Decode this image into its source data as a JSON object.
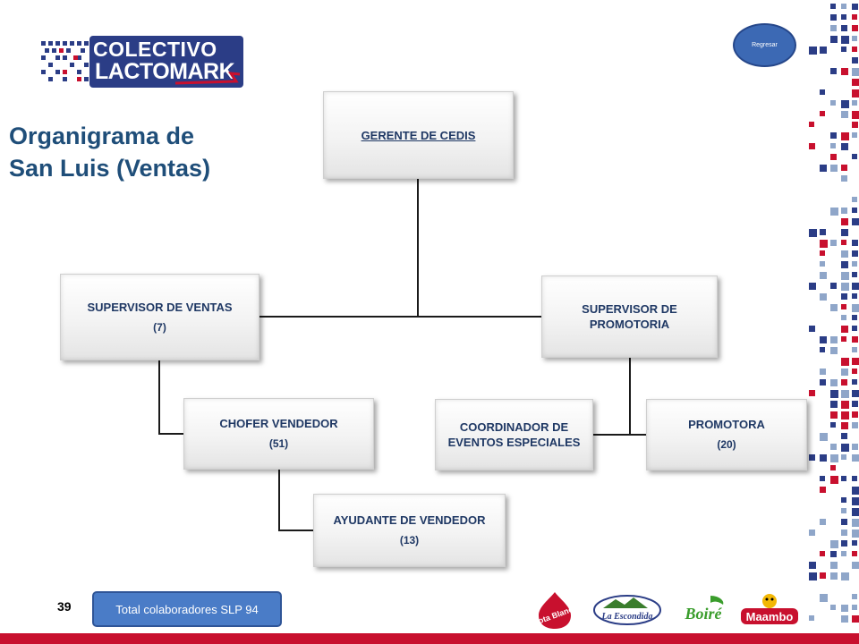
{
  "logo": {
    "line1": "COLECTIVO",
    "line2": "LACTOMARK"
  },
  "nav": {
    "back_label": "Regresar"
  },
  "title": {
    "line1": "Organigrama de",
    "line2": "San Luis  (Ventas)"
  },
  "org": {
    "gerente": {
      "label": "GERENTE DE CEDIS"
    },
    "supervisor_ventas": {
      "label": "SUPERVISOR DE VENTAS",
      "count": "(7)"
    },
    "supervisor_promotoria": {
      "label_line1": "SUPERVISOR DE",
      "label_line2": "PROMOTORIA"
    },
    "chofer_vendedor": {
      "label": "CHOFER VENDEDOR",
      "count": "(51)"
    },
    "ayudante_vendedor": {
      "label": "AYUDANTE DE VENDEDOR",
      "count": "(13)"
    },
    "coordinador_eventos": {
      "label_line1": "COORDINADOR DE",
      "label_line2": "EVENTOS ESPECIALES"
    },
    "promotora": {
      "label": "PROMOTORA",
      "count": "(20)"
    }
  },
  "footer": {
    "page_number": "39",
    "total_label": "Total  colaboradores SLP 94"
  },
  "brands": {
    "brand1": "Gota Blanca",
    "brand2": "La Escondida",
    "brand3": "Boiré",
    "brand4": "Maambo"
  },
  "colors": {
    "accent_blue": "#2b3d86",
    "accent_red": "#c8102e",
    "title_blue": "#1f4e79"
  }
}
